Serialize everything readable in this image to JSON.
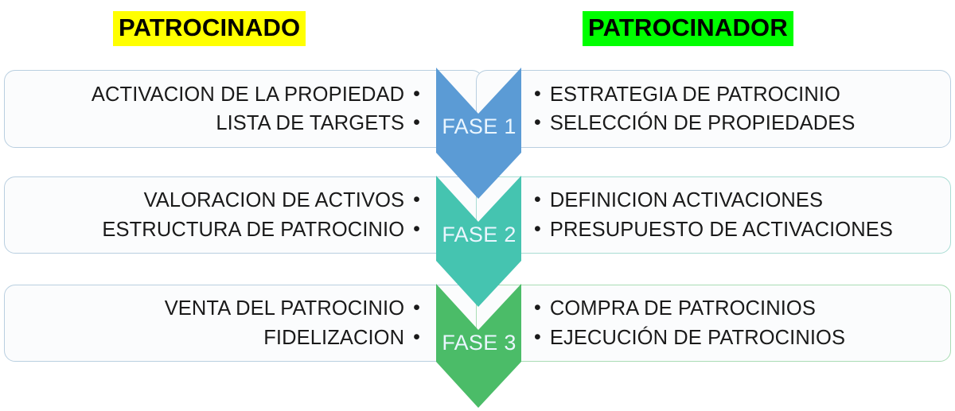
{
  "diagram": {
    "title_left": "PATROCINADO",
    "title_right": "PATROCINADOR",
    "highlight_left_color": "#ffff00",
    "highlight_right_color": "#00ff00",
    "bullet_char": "•",
    "phases": [
      {
        "label": "FASE 1",
        "color": "#5b9bd5",
        "left_items": [
          "ACTIVACION DE LA PROPIEDAD",
          "LISTA DE TARGETS"
        ],
        "right_items": [
          "ESTRATEGIA DE PATROCINIO",
          "SELECCIÓN DE PROPIEDADES"
        ]
      },
      {
        "label": "FASE 2",
        "color": "#45c4b0",
        "left_items": [
          "VALORACION DE ACTIVOS",
          "ESTRUCTURA DE PATROCINIO"
        ],
        "right_items": [
          "DEFINICION ACTIVACIONES",
          "PRESUPUESTO DE ACTIVACIONES"
        ]
      },
      {
        "label": "FASE 3",
        "color": "#4bbc68",
        "left_items": [
          "VENTA DEL PATROCINIO",
          "FIDELIZACION"
        ],
        "right_items": [
          "COMPRA DE PATROCINIOS",
          "EJECUCIÓN DE PATROCINIOS"
        ]
      }
    ]
  }
}
